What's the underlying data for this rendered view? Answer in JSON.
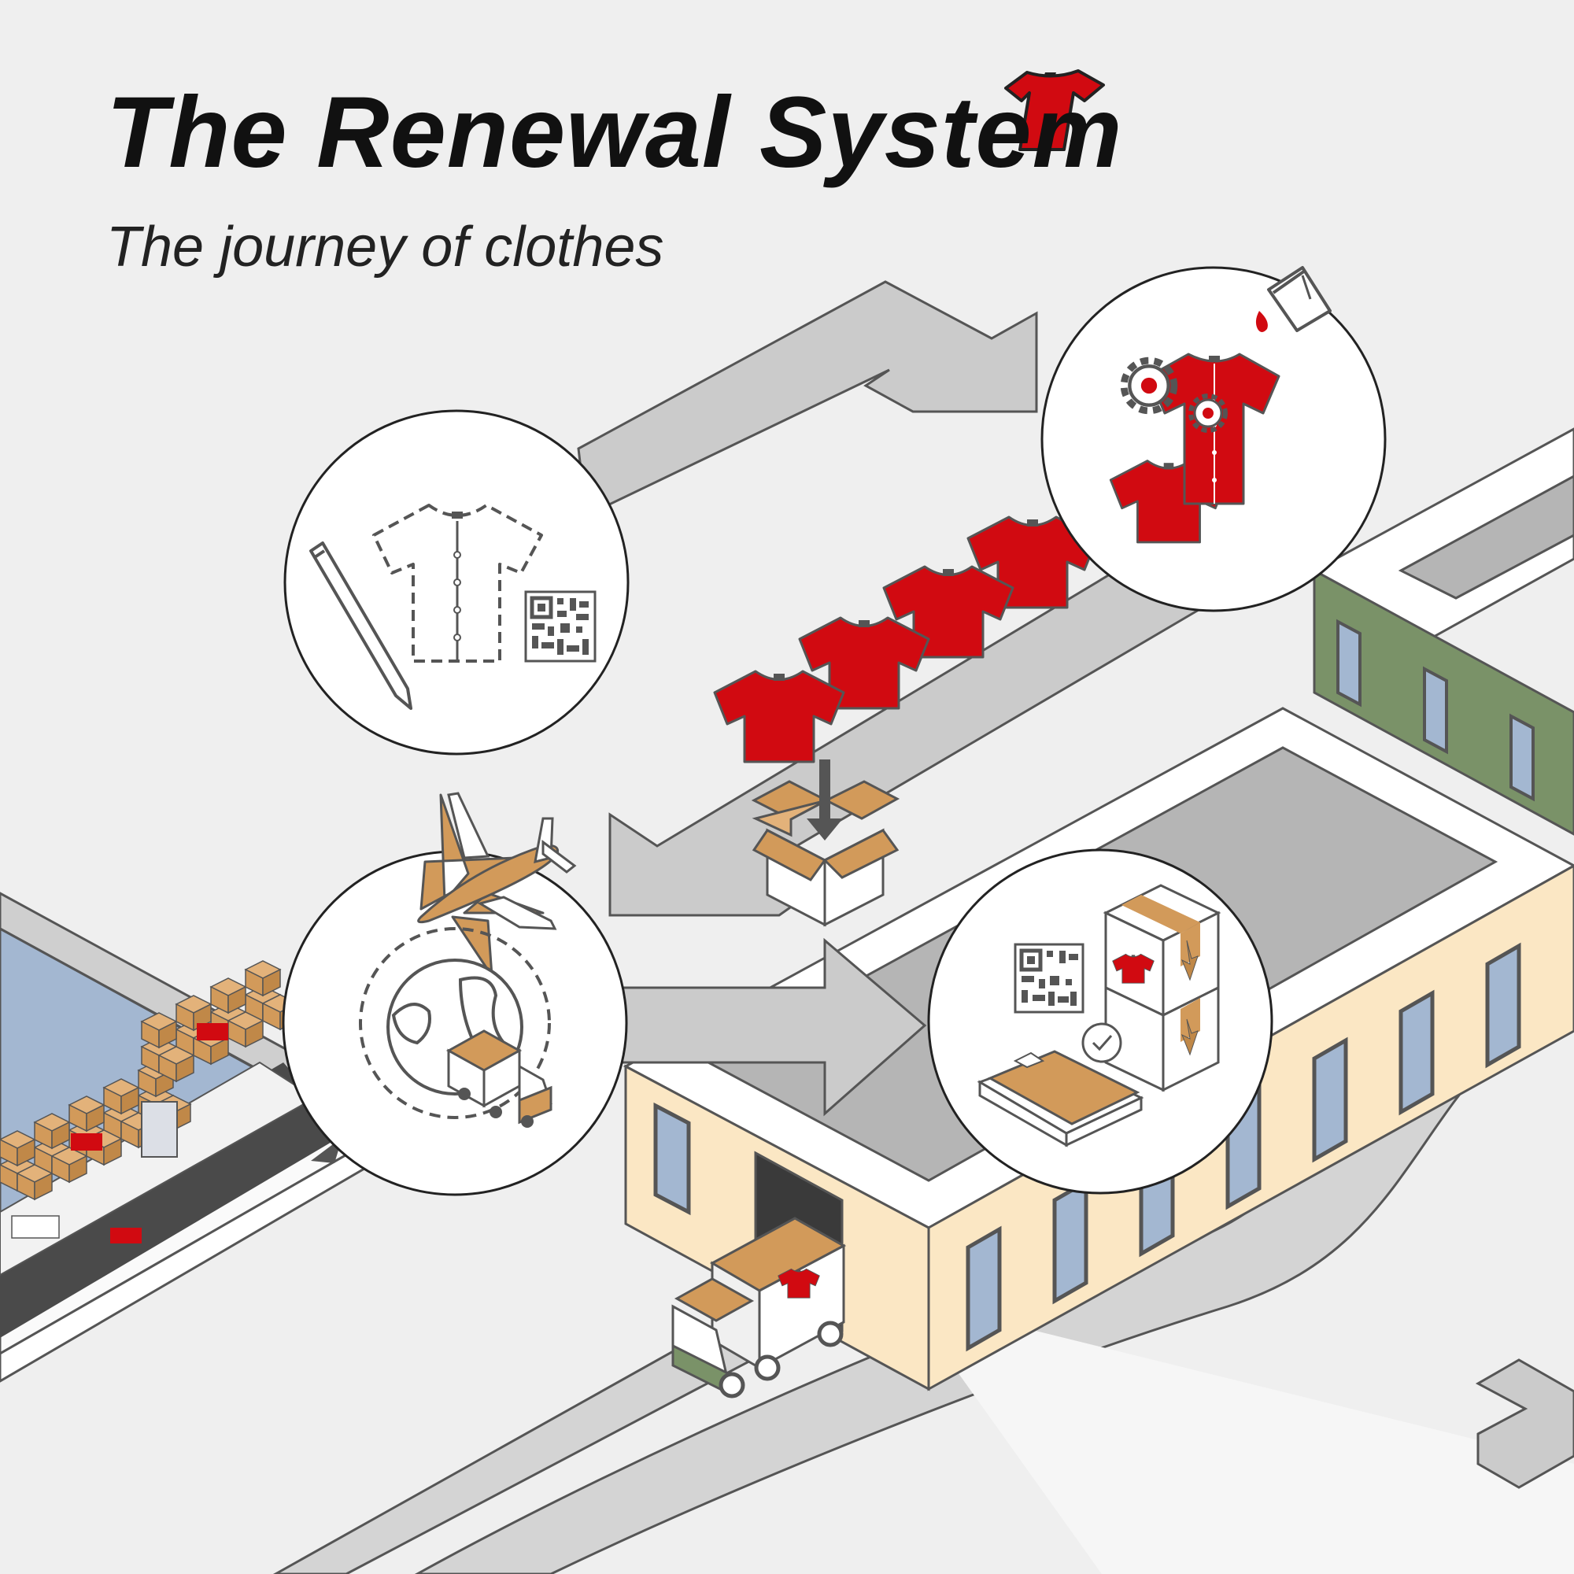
{
  "header": {
    "title": "The Renewal System",
    "subtitle": "The journey of clothes"
  },
  "colors": {
    "background": "#efefef",
    "brand_red": "#d10a11",
    "cardboard": "#d29a5a",
    "water": "#a3b7d1",
    "building_cream": "#fbe7c4",
    "building_green": "#7a9268",
    "arrow_grey": "#cbcbcb",
    "road_grey": "#d4d4d4",
    "outline": "#555555"
  },
  "stages": [
    {
      "id": "design",
      "icons": [
        "pencil-icon",
        "shirt-pattern-icon",
        "qr-code-icon"
      ]
    },
    {
      "id": "production",
      "icons": [
        "gear-icon",
        "dye-bucket-icon",
        "shirt-icon"
      ]
    },
    {
      "id": "shipping",
      "icons": [
        "airplane-icon",
        "globe-icon",
        "truck-icon"
      ]
    },
    {
      "id": "warehouse",
      "icons": [
        "qr-code-icon",
        "box-stack-icon",
        "folded-shirt-icon",
        "check-icon"
      ]
    }
  ]
}
